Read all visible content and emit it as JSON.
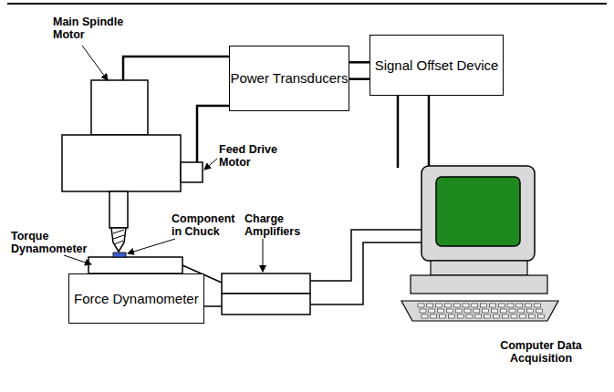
{
  "diagram": {
    "nodes": [
      {
        "text": [
          "Power Transducers"
        ]
      },
      {
        "text": [
          "Signal Offset Device"
        ]
      },
      {
        "text": [
          "Force Dynamometer"
        ]
      }
    ],
    "edges": [
      {
        "from": 0,
        "to": 1,
        "arrow": "none"
      },
      {
        "from": 0,
        "to": 1,
        "arrow": "none"
      }
    ],
    "labels": [
      "Main Spindle Motor",
      "Feed Drive Motor",
      "Torque Dynamometer",
      "Component in Chuck",
      "Charge Amplifiers",
      "Computer Data Acquisition"
    ]
  }
}
